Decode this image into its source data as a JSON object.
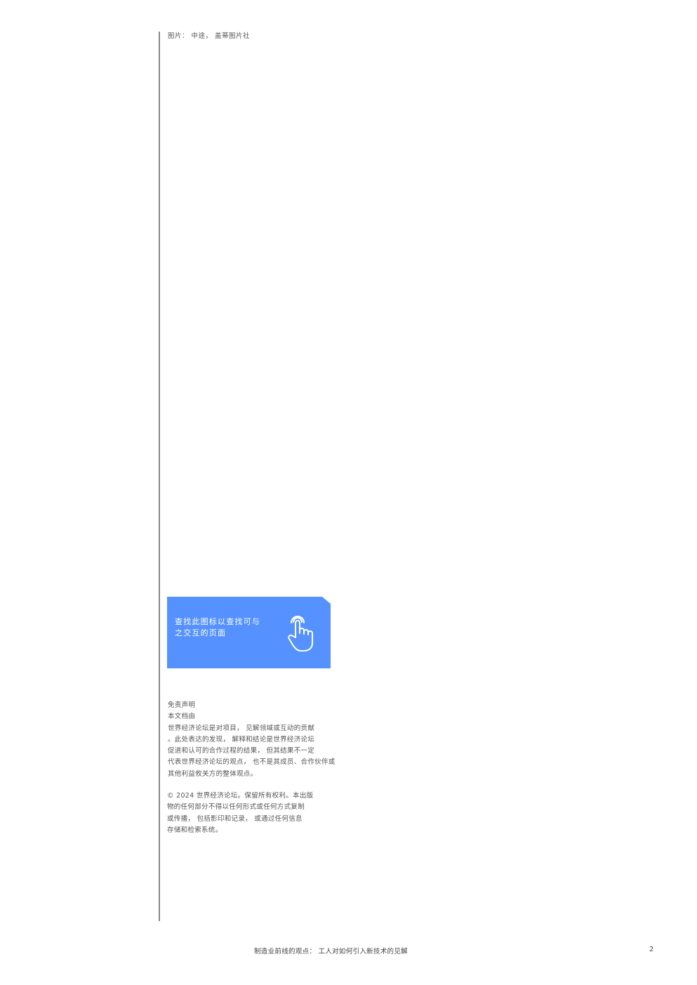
{
  "caption": "图片： 中途， 盖蒂图片社",
  "callout": {
    "text_lines": [
      "查找此图标以查找可与",
      "之交互的页面"
    ],
    "icon": "pointing-hand-icon",
    "color": "#5592ff"
  },
  "disclaimer": {
    "lines": [
      "免责声明",
      "本文档由",
      "世界经济论坛是对项目， 见解领域或互动的贡献",
      "。此处表达的发现， 解释和结论是世界经济论坛",
      "促进和认可的合作过程的结果， 但其结果不一定",
      "代表世界经济论坛的观点， 也不是其成员、合作伙伴或",
      "其他利益攸关方的整体观点。"
    ]
  },
  "copyright": {
    "lines": [
      "© 2024 世界经济论坛。保留所有权利。本出版",
      "物的任何部分不得以任何形式或任何方式复制",
      "或传播， 包括影印和记录， 或通过任何信息",
      "存储和检索系统。"
    ]
  },
  "footer": {
    "title": "制造业前线的观点： 工人对如何引入新技术的见解",
    "page_number": "2"
  }
}
